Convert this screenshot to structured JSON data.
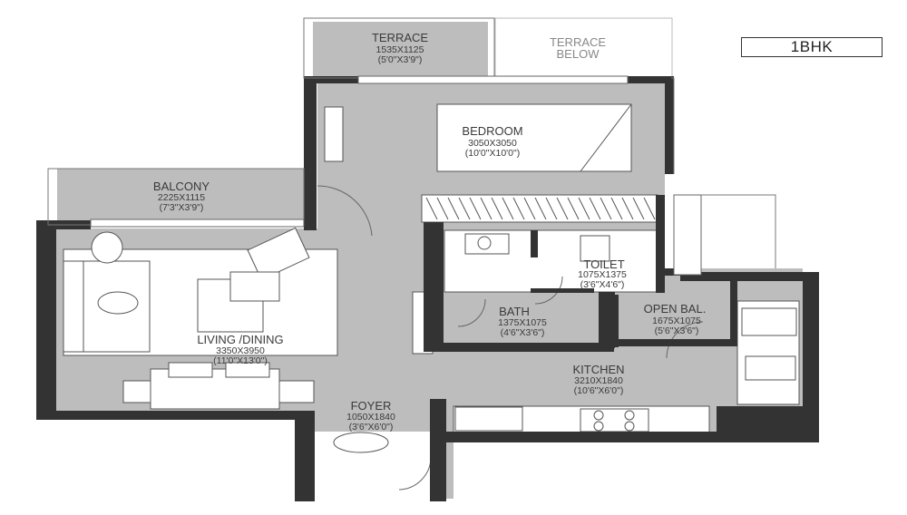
{
  "unit_type": "1BHK",
  "colors": {
    "wall": "#333333",
    "floor": "#bdbdbd",
    "furniture": "#ffffff",
    "text": "#3a3a3a"
  },
  "rooms": {
    "terrace": {
      "name": "TERRACE",
      "dim_mm": "1535X1125",
      "dim_ft": "(5'0\"X3'9\")"
    },
    "terrace_below": {
      "name_line1": "TERRACE",
      "name_line2": "BELOW"
    },
    "bedroom": {
      "name": "BEDROOM",
      "dim_mm": "3050X3050",
      "dim_ft": "(10'0\"X10'0\")"
    },
    "balcony": {
      "name": "BALCONY",
      "dim_mm": "2225X1115",
      "dim_ft": "(7'3\"X3'9\")"
    },
    "toilet": {
      "name": "TOILET",
      "dim_mm": "1075X1375",
      "dim_ft": "(3'6\"X4'6\")"
    },
    "bath": {
      "name": "BATH",
      "dim_mm": "1375X1075",
      "dim_ft": "(4'6\"X3'6\")"
    },
    "open_bal": {
      "name": "OPEN BAL.",
      "dim_mm": "1675X1075",
      "dim_ft": "(5'6\"X3'6\")"
    },
    "living": {
      "name": "LIVING /DINING",
      "dim_mm": "3350X3950",
      "dim_ft": "(11'0\"X13'0\")"
    },
    "kitchen": {
      "name": "KITCHEN",
      "dim_mm": "3210X1840",
      "dim_ft": "(10'6\"X6'0\")"
    },
    "foyer": {
      "name": "FOYER",
      "dim_mm": "1050X1840",
      "dim_ft": "(3'6\"X6'0\")"
    }
  }
}
